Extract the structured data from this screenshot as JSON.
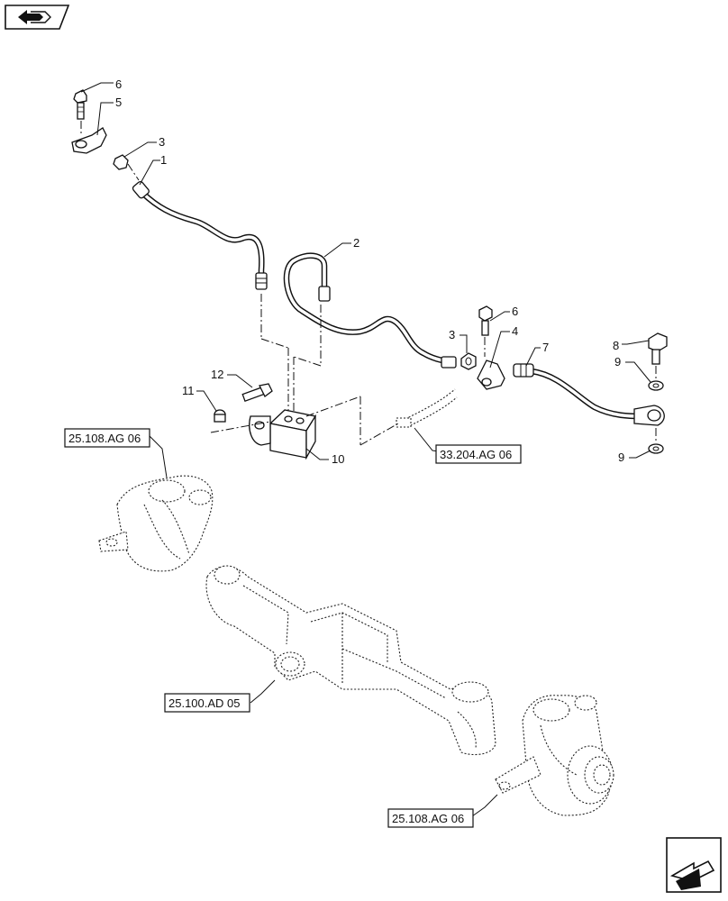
{
  "callouts": [
    {
      "text": "1"
    },
    {
      "text": "2"
    },
    {
      "text": "3"
    },
    {
      "text": "3"
    },
    {
      "text": "4"
    },
    {
      "text": "5"
    },
    {
      "text": "6"
    },
    {
      "text": "6"
    },
    {
      "text": "7"
    },
    {
      "text": "8"
    },
    {
      "text": "9"
    },
    {
      "text": "9"
    },
    {
      "text": "10"
    },
    {
      "text": "11"
    },
    {
      "text": "12"
    }
  ],
  "references": [
    {
      "text": "25.108.AG 06"
    },
    {
      "text": "33.204.AG 06"
    },
    {
      "text": "25.100.AD 05"
    },
    {
      "text": "25.108.AG 06"
    }
  ],
  "icons": {
    "top_left": "back-arrow-icon",
    "bottom_right": "next-arrow-icon"
  }
}
